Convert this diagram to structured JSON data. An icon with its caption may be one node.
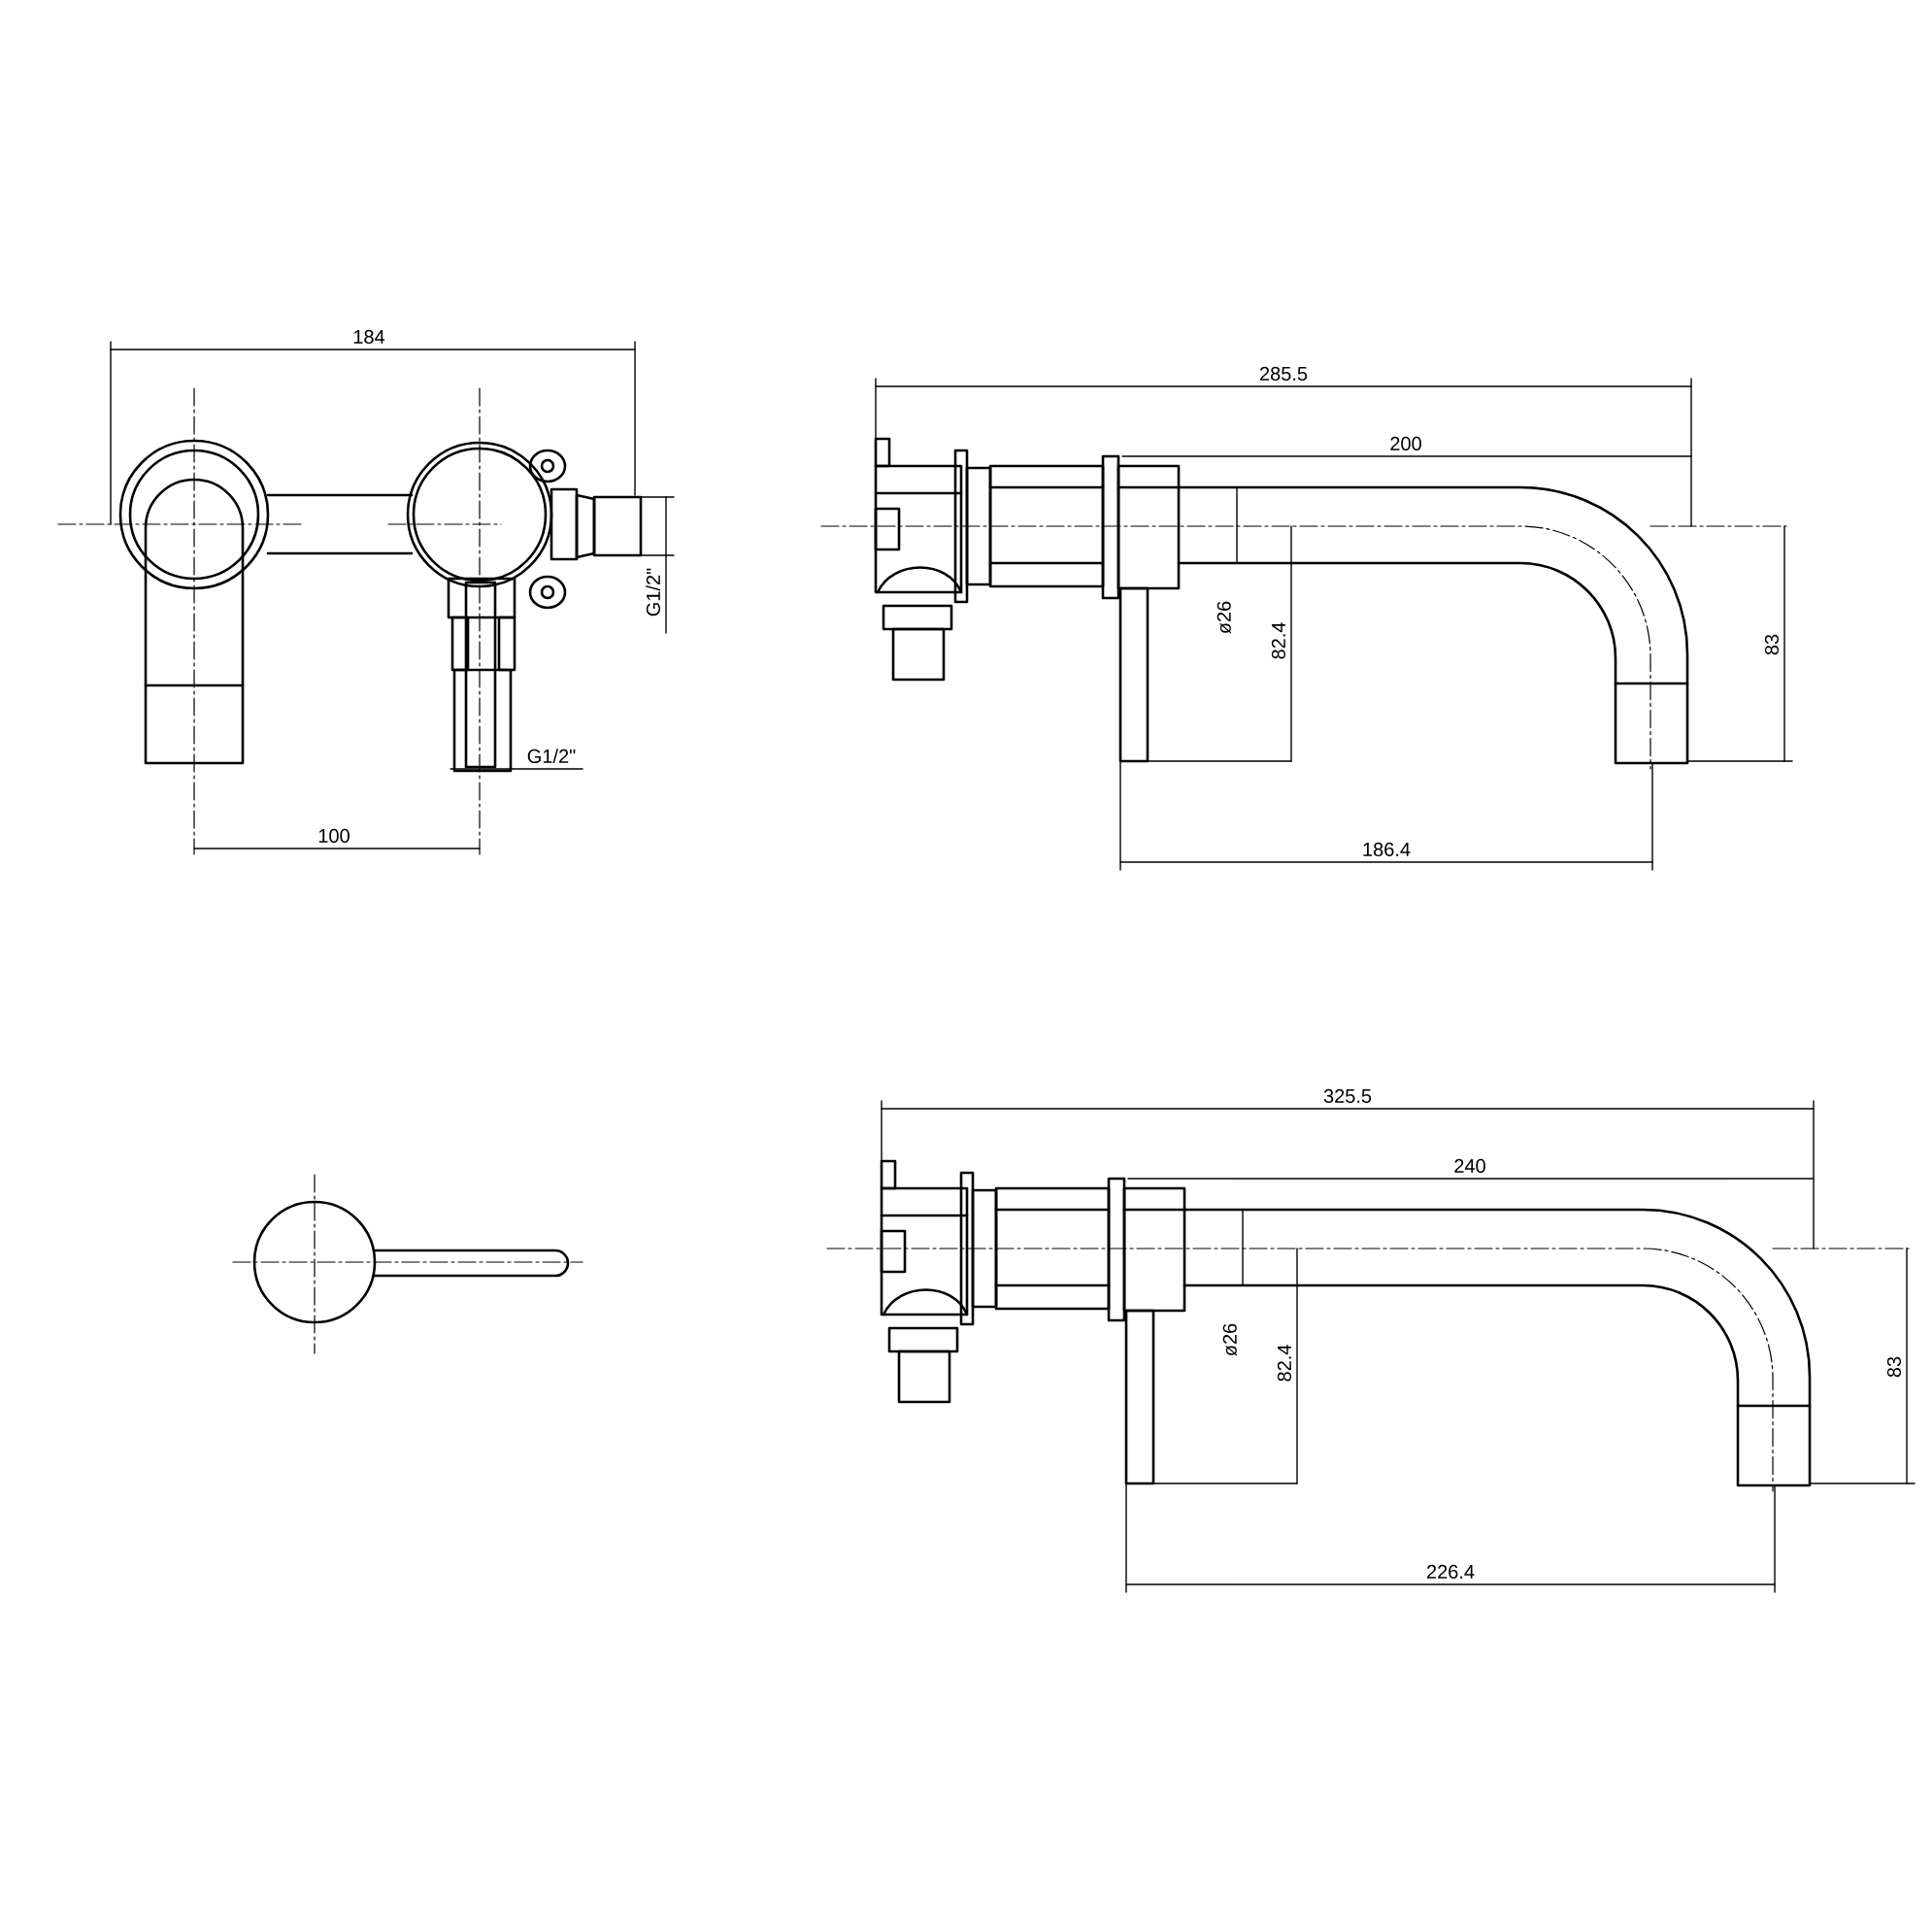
{
  "diagram": {
    "labels": [
      "184",
      "G1/2\"",
      "G1/2\"",
      "100",
      "285.5",
      "200",
      "ø26",
      "82.4",
      "83",
      "186.4",
      "325.5",
      "240",
      "ø26",
      "82.4",
      "83",
      "226.4"
    ]
  }
}
